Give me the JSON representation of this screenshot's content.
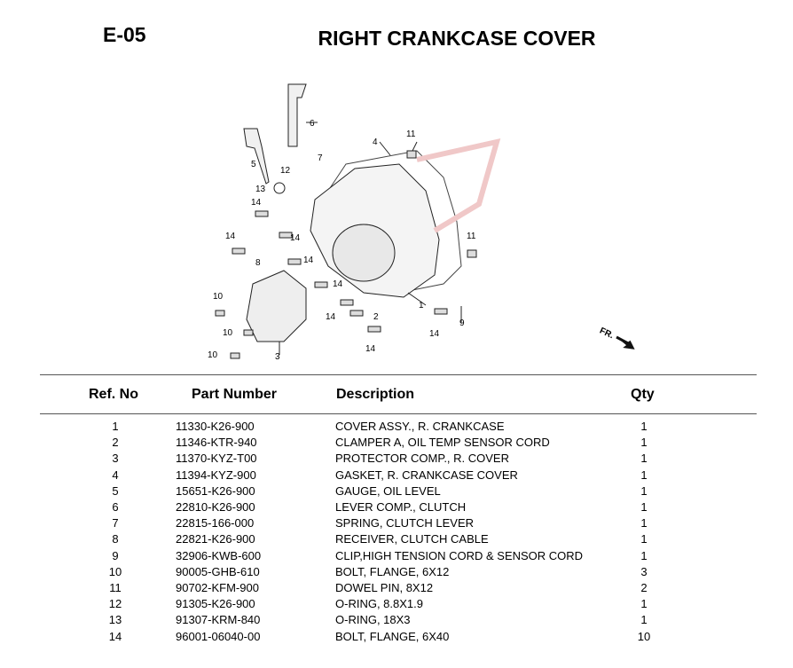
{
  "header": {
    "code": "E-05",
    "title": "RIGHT CRANKCASE COVER"
  },
  "diagram": {
    "callouts": [
      "6",
      "4",
      "11",
      "7",
      "5",
      "12",
      "13",
      "14",
      "14",
      "8",
      "14",
      "14",
      "11",
      "10",
      "14",
      "2",
      "1",
      "14",
      "9",
      "10",
      "14",
      "14",
      "3",
      "10"
    ],
    "direction_label": "FR."
  },
  "table": {
    "columns": {
      "ref": "Ref. No",
      "part": "Part Number",
      "desc": "Description",
      "qty": "Qty"
    },
    "rows": [
      {
        "ref": "1",
        "part": "11330-K26-900",
        "desc": "COVER ASSY., R. CRANKCASE",
        "qty": "1"
      },
      {
        "ref": "2",
        "part": "11346-KTR-940",
        "desc": "CLAMPER A, OIL TEMP SENSOR CORD",
        "qty": "1"
      },
      {
        "ref": "3",
        "part": "11370-KYZ-T00",
        "desc": "PROTECTOR COMP., R. COVER",
        "qty": "1"
      },
      {
        "ref": "4",
        "part": "11394-KYZ-900",
        "desc": "GASKET, R. CRANKCASE COVER",
        "qty": "1"
      },
      {
        "ref": "5",
        "part": "15651-K26-900",
        "desc": "GAUGE, OIL LEVEL",
        "qty": "1"
      },
      {
        "ref": "6",
        "part": "22810-K26-900",
        "desc": "LEVER COMP., CLUTCH",
        "qty": "1"
      },
      {
        "ref": "7",
        "part": "22815-166-000",
        "desc": "SPRING, CLUTCH LEVER",
        "qty": "1"
      },
      {
        "ref": "8",
        "part": "22821-K26-900",
        "desc": "RECEIVER, CLUTCH CABLE",
        "qty": "1"
      },
      {
        "ref": "9",
        "part": "32906-KWB-600",
        "desc": "CLIP,HIGH TENSION CORD & SENSOR CORD",
        "qty": "1"
      },
      {
        "ref": "10",
        "part": "90005-GHB-610",
        "desc": "BOLT, FLANGE, 6X12",
        "qty": "3"
      },
      {
        "ref": "11",
        "part": "90702-KFM-900",
        "desc": "DOWEL PIN, 8X12",
        "qty": "2"
      },
      {
        "ref": "12",
        "part": "91305-K26-900",
        "desc": "O-RING, 8.8X1.9",
        "qty": "1"
      },
      {
        "ref": "13",
        "part": "91307-KRM-840",
        "desc": "O-RING, 18X3",
        "qty": "1"
      },
      {
        "ref": "14",
        "part": "96001-06040-00",
        "desc": "BOLT, FLANGE, 6X40",
        "qty": "10"
      }
    ]
  }
}
